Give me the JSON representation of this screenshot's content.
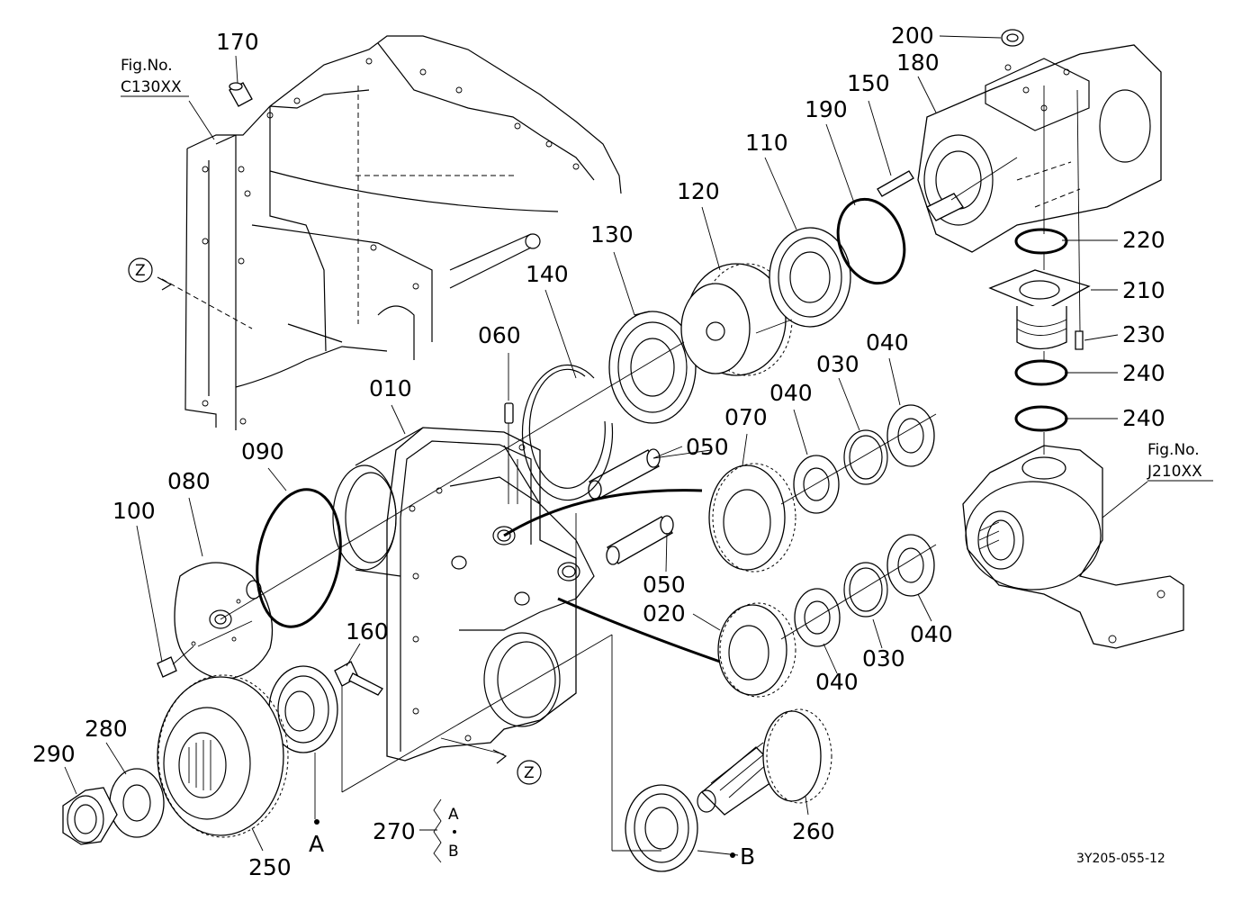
{
  "diagram": {
    "labels": {
      "p010": "010",
      "p020": "020",
      "p030a": "030",
      "p030b": "030",
      "p040a": "040",
      "p040b": "040",
      "p040c": "040",
      "p040d": "040",
      "p050a": "050",
      "p050b": "050",
      "p060": "060",
      "p070": "070",
      "p080": "080",
      "p090": "090",
      "p100": "100",
      "p110": "110",
      "p120": "120",
      "p130": "130",
      "p140": "140",
      "p150": "150",
      "p160": "160",
      "p170": "170",
      "p180": "180",
      "p190": "190",
      "p200": "200",
      "p210": "210",
      "p220": "220",
      "p230": "230",
      "p240a": "240",
      "p240b": "240",
      "p250": "250",
      "p260": "260",
      "p270": "270",
      "p280": "280",
      "p290": "290"
    },
    "fig_refs": {
      "left_label": "Fig.No.",
      "left_code": "C130XX",
      "right_label": "Fig.No.",
      "right_code": "J210XX"
    },
    "markers": {
      "z1": "Z",
      "z2": "Z",
      "a": "A",
      "b": "B",
      "bracket_a": "A",
      "bracket_b": "B"
    },
    "drawing_code": "3Y205-055-12"
  }
}
